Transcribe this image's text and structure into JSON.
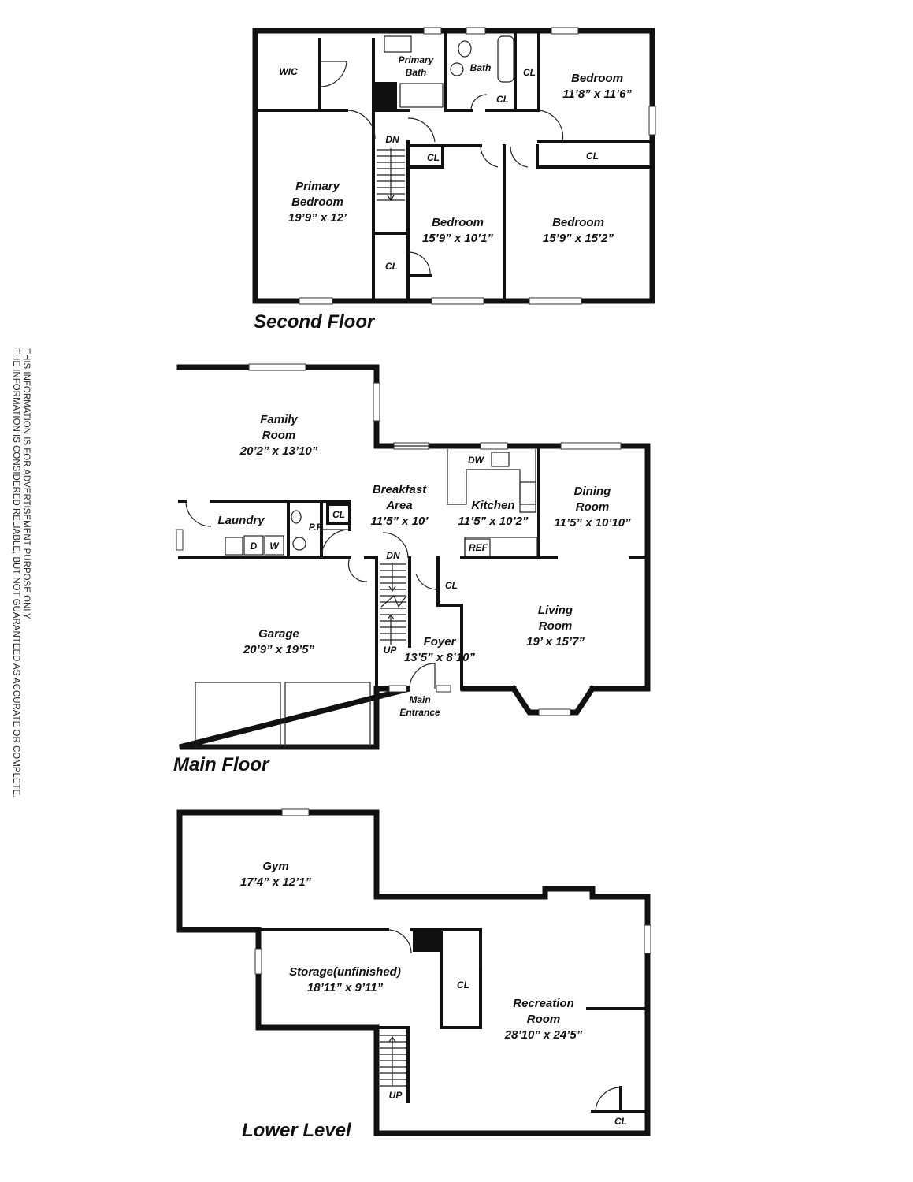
{
  "floors": {
    "second": {
      "title": "Second Floor",
      "rooms": {
        "wic": "WIC",
        "primary_bath_1": "Primary",
        "primary_bath_2": "Bath",
        "bath": "Bath",
        "cl_bath": "CL",
        "cl_bed1": "CL",
        "bed1_name": "Bedroom",
        "bed1_dim": "11’8” x 11’6”",
        "dn": "DN",
        "cl_hall": "CL",
        "cl_top_bed3": "CL",
        "primary_1": "Primary",
        "primary_2": "Bedroom",
        "primary_dim": "19’9” x 12’",
        "bed2_name": "Bedroom",
        "bed2_dim": "15’9” x 10’1”",
        "bed3_name": "Bedroom",
        "bed3_dim": "15’9” x 15’2”",
        "cl_stair": "CL"
      }
    },
    "main": {
      "title": "Main Floor",
      "rooms": {
        "family_1": "Family",
        "family_2": "Room",
        "family_dim": "20’2” x 13’10”",
        "dw": "DW",
        "breakfast_1": "Breakfast",
        "breakfast_2": "Area",
        "breakfast_dim": "11’5” x 10’",
        "kitchen": "Kitchen",
        "kitchen_dim": "11’5” x 10’2”",
        "dining_1": "Dining",
        "dining_2": "Room",
        "dining_dim": "11’5” x 10’10”",
        "laundry": "Laundry",
        "pr": "P.R",
        "cl_pr": "CL",
        "d": "D",
        "w": "W",
        "ref": "REF",
        "dn": "DN",
        "cl_foyer": "CL",
        "garage": "Garage",
        "garage_dim": "20’9” x 19’5”",
        "living_1": "Living",
        "living_2": "Room",
        "living_dim": "19’ x 15’7”",
        "up": "UP",
        "foyer": "Foyer",
        "foyer_dim": "13’5” x 8’10”",
        "main_entrance_1": "Main",
        "main_entrance_2": "Entrance"
      }
    },
    "lower": {
      "title": "Lower Level",
      "rooms": {
        "gym": "Gym",
        "gym_dim": "17’4” x 12’1”",
        "storage": "Storage(unfinished)",
        "storage_dim": "18’11” x 9’11”",
        "cl_storage": "CL",
        "rec_1": "Recreation",
        "rec_2": "Room",
        "rec_dim": "28’10” x 24’5”",
        "up": "UP",
        "cl_rec": "CL"
      }
    }
  },
  "disclaimer": {
    "line1": "THIS INFORMATION IS FOR ADVERTISEMENT PURPOSE ONLY.",
    "line2": "THE INFORMATION IS CONSIDERED RELIABLE, BUT NOT GUARANTEED AS ACCURATE OR COMPLETE."
  }
}
